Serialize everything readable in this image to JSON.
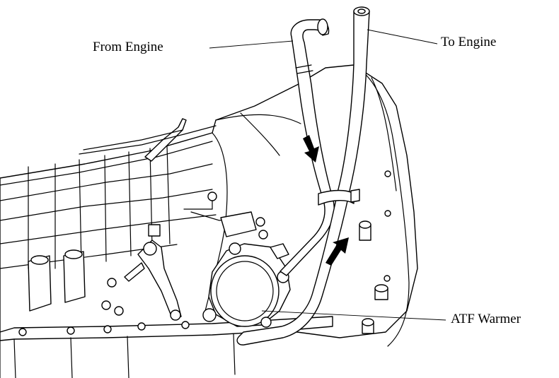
{
  "labels": {
    "from_engine": "From Engine",
    "to_engine": "To Engine",
    "atf_warmer": "ATF Warmer"
  },
  "colors": {
    "line": "#000000",
    "background": "#ffffff"
  },
  "flow_arrows": [
    {
      "name": "flow-arrow-down",
      "direction": "down"
    },
    {
      "name": "flow-arrow-up",
      "direction": "up"
    }
  ]
}
